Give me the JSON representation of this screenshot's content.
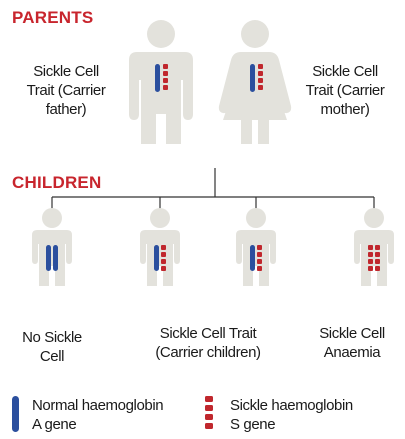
{
  "headings": {
    "parents": "PARENTS",
    "children": "CHILDREN"
  },
  "parents": {
    "father": {
      "line1": "Sickle Cell",
      "line2": "Trait (Carrier",
      "line3": "father)"
    },
    "mother": {
      "line1": "Sickle Cell",
      "line2": "Trait (Carrier",
      "line3": "mother)"
    }
  },
  "children": {
    "no_sickle": {
      "line1": "No Sickle",
      "line2": "Cell"
    },
    "trait": {
      "line1": "Sickle Cell Trait",
      "line2": "(Carrier children)"
    },
    "anaemia": {
      "line1": "Sickle Cell",
      "line2": "Anaemia"
    }
  },
  "legend": {
    "normal": {
      "line1": "Normal haemoglobin",
      "line2": "A gene"
    },
    "sickle": {
      "line1": "Sickle haemoglobin",
      "line2": "S gene"
    }
  },
  "colors": {
    "heading": "#c8252d",
    "figure": "#e3e2dc",
    "normal_gene": "#2b4f9e",
    "sickle_gene": "#c0272d",
    "line": "#333333"
  }
}
